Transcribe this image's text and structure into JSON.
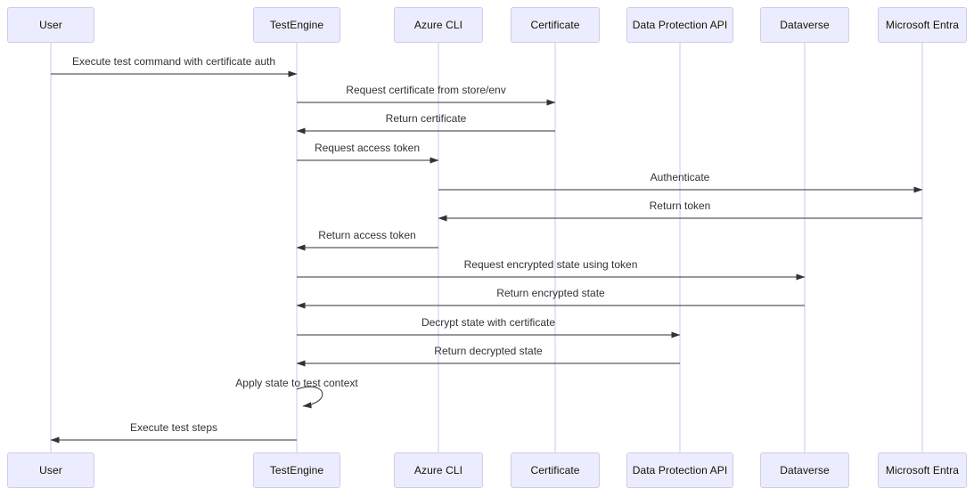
{
  "diagram": {
    "type": "sequence-diagram",
    "background": "#ffffff",
    "actor_fill": "#ECECFF",
    "actor_border": "#CFCCE8",
    "lifeline_color": "#C9C9EF",
    "arrow_color": "#333333",
    "text_color": "#333333"
  },
  "actors": [
    {
      "id": "user",
      "label": "User"
    },
    {
      "id": "testengine",
      "label": "TestEngine"
    },
    {
      "id": "azure-cli",
      "label": "Azure CLI"
    },
    {
      "id": "certificate",
      "label": "Certificate"
    },
    {
      "id": "data-protection-api",
      "label": "Data Protection API"
    },
    {
      "id": "dataverse",
      "label": "Dataverse"
    },
    {
      "id": "microsoft-entra",
      "label": "Microsoft Entra"
    }
  ],
  "messages": [
    {
      "from": "User",
      "to": "TestEngine",
      "text": "Execute test command with certificate auth"
    },
    {
      "from": "TestEngine",
      "to": "Certificate",
      "text": "Request certificate from store/env"
    },
    {
      "from": "Certificate",
      "to": "TestEngine",
      "text": "Return certificate"
    },
    {
      "from": "TestEngine",
      "to": "Azure CLI",
      "text": "Request access token"
    },
    {
      "from": "Azure CLI",
      "to": "Microsoft Entra",
      "text": "Authenticate"
    },
    {
      "from": "Microsoft Entra",
      "to": "Azure CLI",
      "text": "Return token"
    },
    {
      "from": "Azure CLI",
      "to": "TestEngine",
      "text": "Return access token"
    },
    {
      "from": "TestEngine",
      "to": "Dataverse",
      "text": "Request encrypted state using token"
    },
    {
      "from": "Dataverse",
      "to": "TestEngine",
      "text": "Return encrypted state"
    },
    {
      "from": "TestEngine",
      "to": "Data Protection API",
      "text": "Decrypt state with certificate"
    },
    {
      "from": "Data Protection API",
      "to": "TestEngine",
      "text": "Return decrypted state"
    },
    {
      "from": "TestEngine",
      "to": "TestEngine",
      "text": "Apply state to test context",
      "self": true
    },
    {
      "from": "TestEngine",
      "to": "User",
      "text": "Execute test steps"
    }
  ]
}
